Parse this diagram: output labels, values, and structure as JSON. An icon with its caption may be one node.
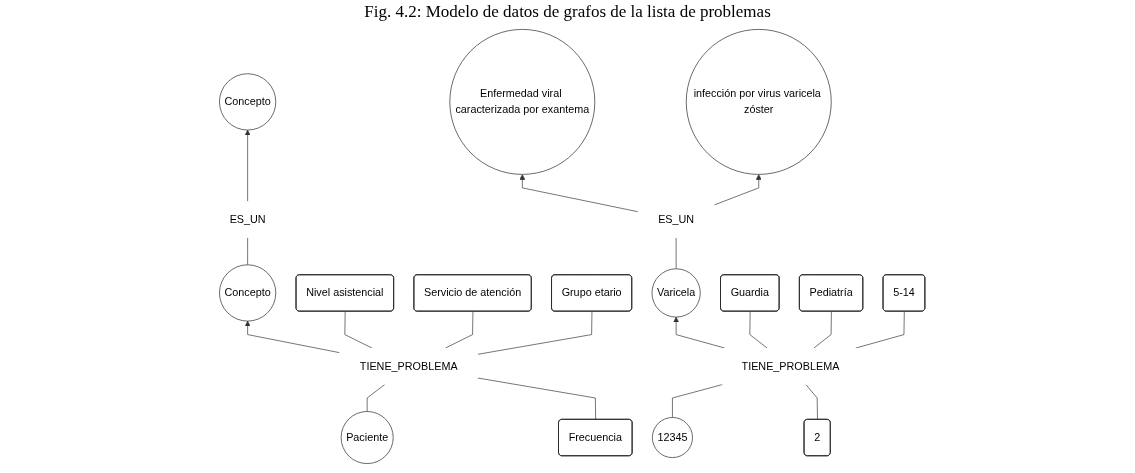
{
  "diagram": {
    "title": "Fig. 4.2: Modelo de datos de grafos de la lista de problemas",
    "nodes": [
      {
        "text": [
          "Concepto"
        ]
      },
      {
        "text": [
          "ES_UN"
        ]
      },
      {
        "text": [
          "Concepto"
        ]
      },
      {
        "text": [
          "Frecuencia"
        ]
      },
      {
        "text": [
          "TIENE_PROBLEMA"
        ]
      },
      {
        "text": [
          "Paciente"
        ]
      },
      {
        "text": [
          "Nivel asistencial"
        ]
      },
      {
        "text": [
          "Servicio de atención"
        ]
      },
      {
        "text": [
          "Grupo etario"
        ]
      },
      {
        "text": [
          "Enfermedad viral caracterizada por exantema"
        ]
      },
      {
        "text": [
          "infección por virus varicela zóster"
        ]
      },
      {
        "text": [
          "ES_UN"
        ]
      },
      {
        "text": [
          "2"
        ]
      },
      {
        "text": [
          "Varicela"
        ]
      },
      {
        "text": [
          "TIENE_PROBLEMA"
        ]
      },
      {
        "text": [
          "12345"
        ]
      },
      {
        "text": [
          "Guardia"
        ]
      },
      {
        "text": [
          "Pediatría"
        ]
      },
      {
        "text": [
          "5-14"
        ]
      }
    ],
    "edges": [
      {
        "from": 2,
        "to": 1,
        "arrow": "none"
      },
      {
        "from": 1,
        "to": 0,
        "arrow": "to"
      },
      {
        "from": 5,
        "to": 4,
        "arrow": "none"
      },
      {
        "from": 4,
        "to": 2,
        "arrow": "to"
      },
      {
        "from": 3,
        "to": 4,
        "arrow": "none"
      },
      {
        "from": 4,
        "to": 6,
        "arrow": "none"
      },
      {
        "from": 4,
        "to": 7,
        "arrow": "none"
      },
      {
        "from": 4,
        "to": 8,
        "arrow": "none"
      },
      {
        "from": 13,
        "to": 11,
        "arrow": "none"
      },
      {
        "from": 11,
        "to": 9,
        "arrow": "to"
      },
      {
        "from": 11,
        "to": 10,
        "arrow": "to"
      },
      {
        "from": 15,
        "to": 14,
        "arrow": "none"
      },
      {
        "from": 14,
        "to": 13,
        "arrow": "to"
      },
      {
        "from": 12,
        "to": 14,
        "arrow": "none"
      },
      {
        "from": 14,
        "to": 16,
        "arrow": "none"
      },
      {
        "from": 14,
        "to": 17,
        "arrow": "none"
      },
      {
        "from": 14,
        "to": 18,
        "arrow": "none"
      }
    ]
  }
}
